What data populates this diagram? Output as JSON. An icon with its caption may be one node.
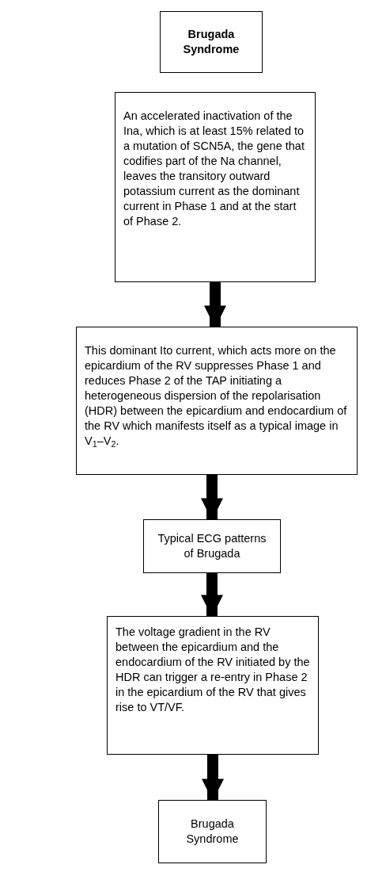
{
  "diagram": {
    "nodes": [
      {
        "text": [
          "Brugada Syndrome"
        ]
      },
      {
        "text": [
          "An accelerated inactivation of the Ina, which is at least 15% related to a mutation of SCN5A, the gene that codifies part of the Na channel, leaves the transitory outward potassium current as the dominant current in Phase 1 and at the start of Phase 2."
        ]
      },
      {
        "text": [
          "This dominant Ito current, which acts more on the epicardium of the RV suppresses Phase 1 and reduces Phase 2 of the TAP initiating a heterogeneous dispersion of the repolarisation (HDR) between the epicardium and endocardium of the RV which manifests itself as a typical image in V$_{1}$–V$_{2}$."
        ]
      },
      {
        "text": [
          "Typical ECG patterns of Brugada"
        ]
      },
      {
        "text": [
          "The voltage gradient in the RV between the epicardium and the endocardium of the RV initiated by the HDR can trigger a re-entry in Phase 2 in the epicardium of the RV that gives rise to VT/VF."
        ]
      },
      {
        "text": [
          "Brugada Syndrome"
        ]
      }
    ],
    "edges": [
      {
        "from": 1,
        "to": 2,
        "arrow": "to"
      },
      {
        "from": 2,
        "to": 3,
        "arrow": "to"
      },
      {
        "from": 3,
        "to": 4,
        "arrow": "to"
      },
      {
        "from": 4,
        "to": 5,
        "arrow": "to"
      }
    ]
  }
}
